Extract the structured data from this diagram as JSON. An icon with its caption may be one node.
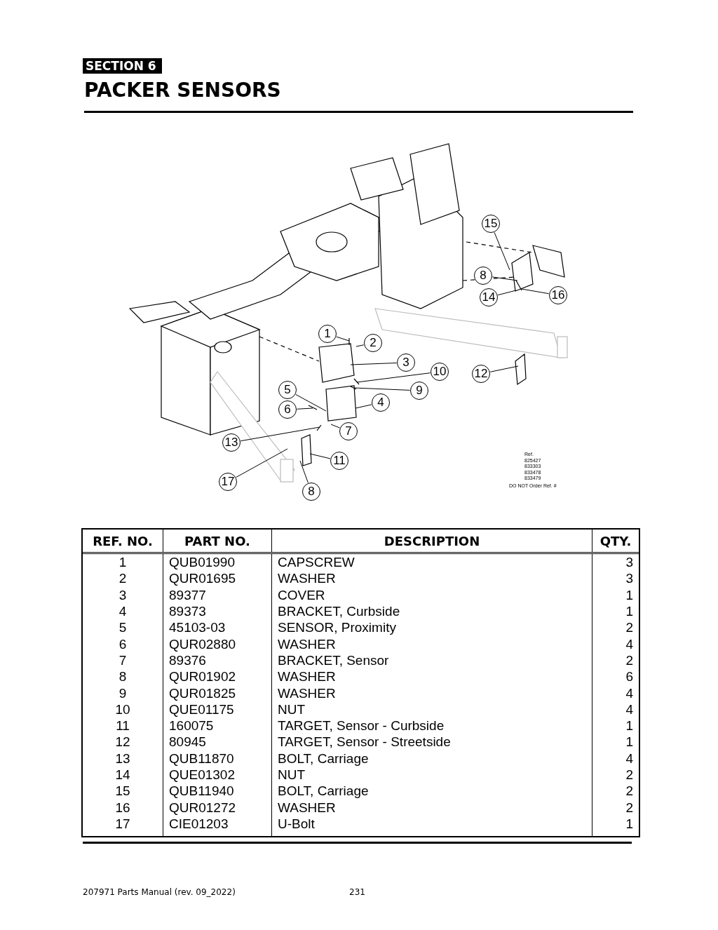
{
  "diagram": {
    "title": "PACKER SENSORS",
    "nodes": [
      {
        "text": [
          "15"
        ]
      },
      {
        "text": [
          "8"
        ]
      },
      {
        "text": [
          "14"
        ]
      },
      {
        "text": [
          "16"
        ]
      },
      {
        "text": [
          "1"
        ]
      },
      {
        "text": [
          "2"
        ]
      },
      {
        "text": [
          "3"
        ]
      },
      {
        "text": [
          "10"
        ]
      },
      {
        "text": [
          "12"
        ]
      },
      {
        "text": [
          "5"
        ]
      },
      {
        "text": [
          "9"
        ]
      },
      {
        "text": [
          "4"
        ]
      },
      {
        "text": [
          "6"
        ]
      },
      {
        "text": [
          "7"
        ]
      },
      {
        "text": [
          "13"
        ]
      },
      {
        "text": [
          "11"
        ]
      },
      {
        "text": [
          "17"
        ]
      },
      {
        "text": [
          "8"
        ]
      }
    ],
    "edges": [
      {
        "from": 0,
        "to": null,
        "arrow": "none"
      },
      {
        "from": 1,
        "to": null,
        "arrow": "none"
      },
      {
        "from": 2,
        "to": null,
        "arrow": "none"
      },
      {
        "from": 3,
        "to": null,
        "arrow": "none"
      },
      {
        "from": 4,
        "to": null,
        "arrow": "none"
      },
      {
        "from": 5,
        "to": null,
        "arrow": "none"
      },
      {
        "from": 6,
        "to": null,
        "arrow": "none"
      },
      {
        "from": 7,
        "to": null,
        "arrow": "none"
      },
      {
        "from": 8,
        "to": null,
        "arrow": "none"
      },
      {
        "from": 9,
        "to": null,
        "arrow": "none"
      },
      {
        "from": 10,
        "to": null,
        "arrow": "none"
      },
      {
        "from": 11,
        "to": null,
        "arrow": "none"
      },
      {
        "from": 12,
        "to": null,
        "arrow": "none"
      },
      {
        "from": 13,
        "to": null,
        "arrow": "none"
      },
      {
        "from": 14,
        "to": null,
        "arrow": "none"
      },
      {
        "from": 15,
        "to": null,
        "arrow": "none"
      },
      {
        "from": 16,
        "to": null,
        "arrow": "none"
      },
      {
        "from": 17,
        "to": null,
        "arrow": "none"
      }
    ],
    "labels": [
      "SECTION 6",
      "Ref.",
      "825427",
      "833303",
      "833478",
      "833479",
      "DO NOT Order Ref. #",
      "REF. NO.",
      "PART NO.",
      "DESCRIPTION",
      "QTY.",
      "1",
      "QUB01990",
      "CAPSCREW",
      "3",
      "2",
      "QUR01695",
      "WASHER",
      "3",
      "3",
      "89377",
      "COVER",
      "1",
      "4",
      "89373",
      "BRACKET, Curbside",
      "1",
      "5",
      "45103-03",
      "SENSOR, Proximity",
      "2",
      "6",
      "QUR02880",
      "WASHER",
      "4",
      "7",
      "89376",
      "BRACKET, Sensor",
      "2",
      "8",
      "QUR01902",
      "WASHER",
      "6",
      "9",
      "QUR01825",
      "WASHER",
      "4",
      "10",
      "QUE01175",
      "NUT",
      "4",
      "11",
      "160075",
      "TARGET, Sensor - Curbside",
      "1",
      "12",
      "80945",
      "TARGET, Sensor - Streetside",
      "1",
      "13",
      "QUB11870",
      "BOLT, Carriage",
      "4",
      "14",
      "QUE01302",
      "NUT",
      "2",
      "15",
      "QUB11940",
      "BOLT, Carriage",
      "2",
      "16",
      "QUR01272",
      "WASHER",
      "2",
      "17",
      "CIE01203",
      "U-Bolt",
      "1",
      "207971 Parts Manual (rev. 09_2022)",
      "231"
    ]
  }
}
